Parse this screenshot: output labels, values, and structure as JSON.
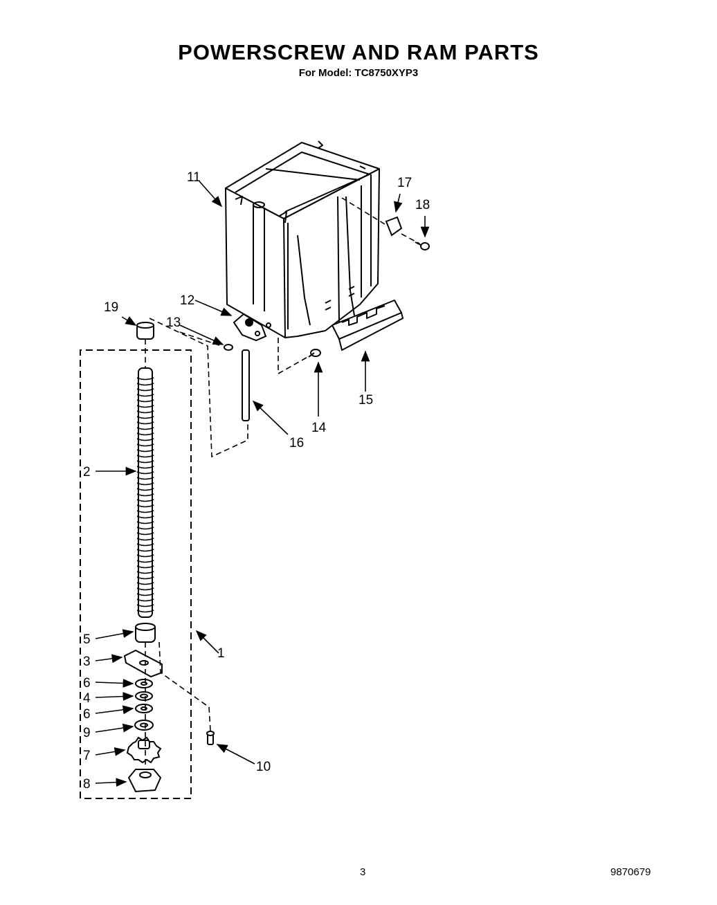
{
  "header": {
    "title": "POWERSCREW AND RAM PARTS",
    "subtitle": "For Model: TC8750XYP3"
  },
  "callouts": [
    "1",
    "2",
    "3",
    "4",
    "5",
    "6",
    "6",
    "7",
    "8",
    "9",
    "10",
    "11",
    "12",
    "13",
    "14",
    "15",
    "16",
    "17",
    "18",
    "19"
  ],
  "footer": {
    "page_number": "3",
    "document_number": "9870679"
  }
}
